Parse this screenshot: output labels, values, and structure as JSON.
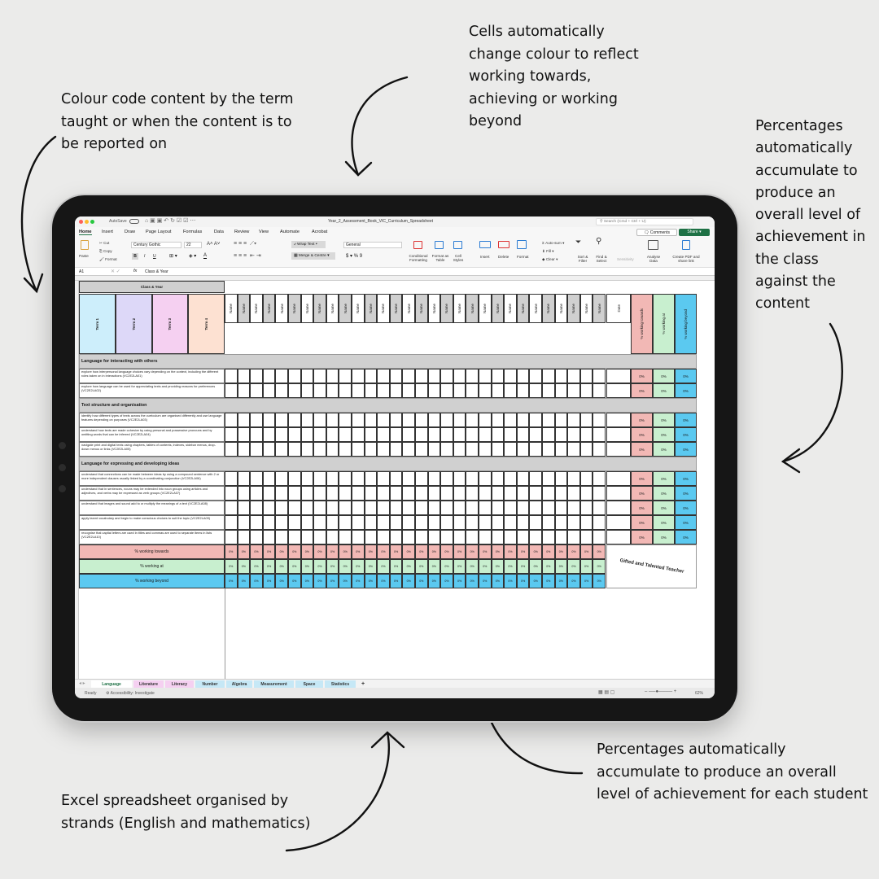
{
  "annotations": {
    "colour_code": "Colour code content by the term\ntaught or when the content is to\nbe reported on",
    "cells_colour": "Cells automatically\nchange colour to reflect\nworking towards,\nachieving or working\nbeyond",
    "class_percent": "Percentages\nautomatically\naccumulate to\nproduce an\noverall level of\nachievement in\nthe class\nagainst the\ncontent",
    "student_percent": "Percentages automatically\naccumulate to produce an overall\nlevel of achievement for each student",
    "strands": "Excel spreadsheet organised by\nstrands (English and mathematics)"
  },
  "titlebar": {
    "autosave": "AutoSave",
    "filename": "Year_2_Assessment_Book_VIC_Curriculum_Spreadsheet",
    "search_placeholder": "Search (Cmd + Ctrl + U)"
  },
  "ribbon_tabs": [
    "Home",
    "Insert",
    "Draw",
    "Page Layout",
    "Formulas",
    "Data",
    "Review",
    "View",
    "Automate",
    "Acrobat"
  ],
  "ribbon": {
    "paste": "Paste",
    "cut": "Cut",
    "copy": "Copy",
    "format": "Format",
    "font": "Century Gothic",
    "font_size": "22",
    "bold": "B",
    "italic": "I",
    "underline": "U",
    "wrap_text": "Wrap Text",
    "merge_centre": "Merge & Centre",
    "number_format": "General",
    "currency": "$",
    "percent": "%",
    "comma": "9",
    "conditional_formatting": "Conditional Formatting",
    "format_as_table": "Format as Table",
    "cell_styles": "Cell Styles",
    "insert": "Insert",
    "delete": "Delete",
    "format_cells": "Format",
    "autosum": "Auto-sum",
    "fill": "Fill",
    "clear": "Clear",
    "sort_filter": "Sort & Filter",
    "find_select": "Find & Select",
    "sensitivity": "Sensitivity",
    "analyse_data": "Analyse Data",
    "create_pdf": "Create PDF and share link",
    "comments": "Comments",
    "share": "Share"
  },
  "formula_bar": {
    "cell_ref": "A1",
    "fx": "fx",
    "content": "Class & Year"
  },
  "sheet": {
    "class_year": "Class & Year",
    "terms": [
      {
        "label": "Term 1",
        "color": "#cdeefb"
      },
      {
        "label": "Term 2",
        "color": "#ddd8f8"
      },
      {
        "label": "Term 3",
        "color": "#f5d0f1"
      },
      {
        "label": "Term 4",
        "color": "#fde1d2"
      }
    ],
    "students": [
      "Name",
      "Name",
      "Name",
      "Name",
      "Name",
      "Name",
      "Name",
      "Name",
      "Name",
      "Name",
      "Name",
      "Name",
      "Name",
      "Name",
      "Name",
      "Name",
      "Name",
      "Name",
      "Name",
      "Name",
      "Name",
      "Name",
      "Name",
      "Name",
      "Name",
      "Name",
      "Name",
      "Name",
      "Name",
      "Name"
    ],
    "date_label": "Date",
    "level_headers": [
      {
        "label": "% working towards",
        "color": "#f2b8b5"
      },
      {
        "label": "% working at",
        "color": "#c8efcf"
      },
      {
        "label": "% working beyond",
        "color": "#5bc9f0"
      }
    ],
    "sections": [
      {
        "title": "Language for interacting with others",
        "rows": [
          {
            "text": "explore how interpersonal language choices vary depending on the context, including the different roles taken on in interactions (VC2E2LA01)",
            "towards": "0%",
            "at": "0%",
            "beyond": "0%"
          },
          {
            "text": "explore how language can be used for appreciating texts and providing reasons for preferences (VC2E2LA02)",
            "towards": "0%",
            "at": "0%",
            "beyond": "0%"
          }
        ]
      },
      {
        "title": "Text structure and organisation",
        "rows": [
          {
            "text": "identify how different types of texts across the curriculum are organised differently and use language features depending on purposes (VC2E2LA03)",
            "towards": "0%",
            "at": "0%",
            "beyond": "0%"
          },
          {
            "text": "understand how texts are made cohesive by using personal and possessive pronouns and by omitting words that can be inferred (VC2E2LA04)",
            "towards": "0%",
            "at": "0%",
            "beyond": "0%"
          },
          {
            "text": "navigate print and digital texts using chapters, tables of contents, indexes, sidebar menus, drop-down menus or links (VC2E2LA05)",
            "towards": "0%",
            "at": "0%",
            "beyond": "0%"
          }
        ]
      },
      {
        "title": "Language for expressing and developing ideas",
        "rows": [
          {
            "text": "understand that connections can be made between ideas by using a compound sentence with 2 or more independent clauses usually linked by a coordinating conjunction (VC2E2LA06)",
            "towards": "0%",
            "at": "0%",
            "beyond": "0%"
          },
          {
            "text": "understand that in sentences, nouns may be extended into noun groups using articles and adjectives, and verbs may be expressed as verb groups (VC2E2LA07)",
            "towards": "0%",
            "at": "0%",
            "beyond": "0%"
          },
          {
            "text": "understand that images and sound add to or multiply the meanings of a text (VC2E2LA08)",
            "towards": "0%",
            "at": "0%",
            "beyond": "0%"
          },
          {
            "text": "apply learnt vocabulary and begin to make conscious choices to suit the topic (VC2E2LA09)",
            "towards": "0%",
            "at": "0%",
            "beyond": "0%"
          },
          {
            "text": "recognise that capital letters are used in titles and commas are used to separate items in lists (VC2E2LA10)",
            "towards": "0%",
            "at": "0%",
            "beyond": "0%"
          }
        ]
      }
    ],
    "summary_rows": [
      {
        "label": "% working towards",
        "color": "#f2b8b5",
        "value": "0%"
      },
      {
        "label": "% working at",
        "color": "#c8efcf",
        "value": "0%"
      },
      {
        "label": "% working beyond",
        "color": "#5bc9f0",
        "value": "0%"
      }
    ],
    "logo_text": "Gifted and Talented Teacher"
  },
  "sheet_tabs": [
    {
      "label": "Language",
      "color": "#ffffff",
      "active": true
    },
    {
      "label": "Literature",
      "color": "#f5d0f1"
    },
    {
      "label": "Literacy",
      "color": "#f5d0f1"
    },
    {
      "label": "Number",
      "color": "#c6e8f6"
    },
    {
      "label": "Algebra",
      "color": "#c6e8f6"
    },
    {
      "label": "Measurement",
      "color": "#c6e8f6"
    },
    {
      "label": "Space",
      "color": "#c6e8f6"
    },
    {
      "label": "Statistics",
      "color": "#c6e8f6"
    }
  ],
  "add_sheet": "+",
  "status": {
    "ready": "Ready",
    "accessibility": "Accessibility: Investigate",
    "zoom": "62%"
  }
}
